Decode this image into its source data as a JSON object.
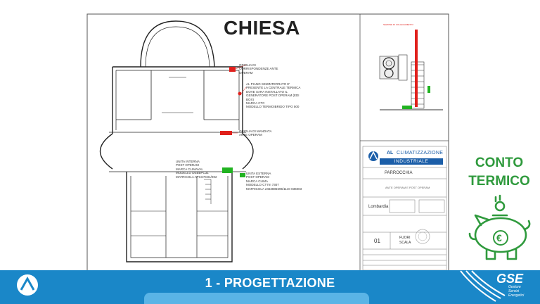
{
  "drawing": {
    "title": "CHIESA",
    "notes": [
      "GRIGLIA DI\nCORRISPONDENZE ANTE\nOPERAM",
      "AL PIANO SEMINTERRATO E'\nPRESENTE LA CENTRALE TERMICA\nDOVE SARA INSTALLATO IL\nGENERATORE POST OPERAM (EDI\nBOX)\nMARCA CTC\nMODELLO TERMOIBRIDO TIPO 500",
      "GRIGLIA DI MANDATA\nANTE OPERAM",
      "UNITA INTERNA\nPOST OPERAM\nMARCA CLIMAVAL\nMODELLO DEBBPC31\nMATRICOLA APCS7C01/002",
      "UNITA ESTERNA\nPOST OPERAM\nMARCA CLIMA\nMODELLO CT7m 7307\nMATRICOLA 2463885695/1140 036003"
    ]
  },
  "title_block": {
    "company_prefix": "AL",
    "company_name": "CLIMATIZZAZIONE",
    "company_sub": "INDUSTRIALE",
    "client": "PARROCCHIA",
    "description": "ANTE OPERAM E POST OPERAM",
    "region": "Lombardia",
    "sheet": "01",
    "scale_line1": "FUORI",
    "scale_line2": "SCALA"
  },
  "badge": {
    "line1": "CONTO",
    "line2": "TERMICO"
  },
  "footer": {
    "title": "1 - PROGETTAZIONE",
    "brand": "GSE",
    "brand_sub": "Gestore\nServizi\nEnergetici"
  },
  "colors": {
    "footer_blue": "#1a87c8",
    "accent_green": "#2f9a3d",
    "marker_red": "#e0201c",
    "marker_green": "#21b321",
    "logo_blue": "#1b5ea8"
  }
}
